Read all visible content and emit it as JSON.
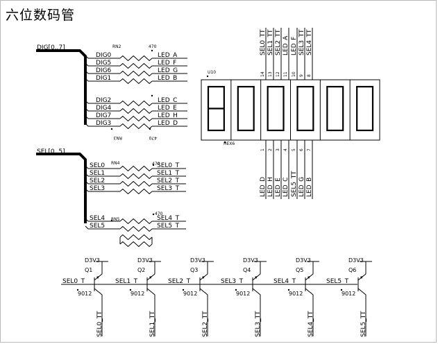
{
  "title": "六位数码管",
  "bus_dig": "DIG[0..7]",
  "bus_sel": "SEL[0..5]",
  "rn2": {
    "ref": "RN2",
    "value": "470"
  },
  "rn3": {
    "ref": "RN3",
    "value": "470"
  },
  "rn4": {
    "ref": "RN4",
    "value": "470"
  },
  "rn5": {
    "ref": "RN5",
    "value": "470"
  },
  "dig_left": [
    "DIG0",
    "DIG5",
    "DIG6",
    "DIG1",
    "DIG2",
    "DIG4",
    "DIG7",
    "DIG3"
  ],
  "led_right": [
    "LED_A",
    "LED_F",
    "LED_G",
    "LED_B",
    "LED_C",
    "LED_E",
    "LED_H",
    "LED_D"
  ],
  "sel_left": [
    "SEL0",
    "SEL1",
    "SEL2",
    "SEL3",
    "SEL4",
    "SEL5"
  ],
  "sel_right": [
    "SEL0_T",
    "SEL1_T",
    "SEL2_T",
    "SEL3_T",
    "SEL4_T",
    "SEL5_T"
  ],
  "display": {
    "ref": "U10",
    "part": "HEX6",
    "top_pins": [
      "14",
      "13",
      "12",
      "11",
      "10",
      "9",
      "8"
    ],
    "top_nets": [
      "SEL0_TT",
      "SEL1_TT",
      "SEL2_TT",
      "LED_A",
      "LED_F",
      "SEL3_TT",
      "SEL4_TT"
    ],
    "bottom_pins": [
      "1",
      "2",
      "3",
      "4",
      "5",
      "6",
      "7"
    ],
    "bottom_nets": [
      "LED_D",
      "LED_H",
      "LED_E",
      "LED_C",
      "SEL5_TT",
      "LED_G",
      "LED_B"
    ]
  },
  "transistors": [
    {
      "ref": "Q1",
      "part": "9012",
      "supply": "D3V3",
      "base": "SEL0_T",
      "collector": "SEL0_TT"
    },
    {
      "ref": "Q2",
      "part": "9012",
      "supply": "D3V3",
      "base": "SEL1_T",
      "collector": "SEL1_TT"
    },
    {
      "ref": "Q3",
      "part": "9012",
      "supply": "D3V3",
      "base": "SEL2_T",
      "collector": "SEL2_TT"
    },
    {
      "ref": "Q4",
      "part": "9012",
      "supply": "D3V3",
      "base": "SEL3_T",
      "collector": "SEL3_TT"
    },
    {
      "ref": "Q5",
      "part": "9012",
      "supply": "D3V3",
      "base": "SEL4_T",
      "collector": "SEL4_TT"
    },
    {
      "ref": "Q6",
      "part": "9012",
      "supply": "D3V3",
      "base": "SEL5_T",
      "collector": "SEL5_TT"
    }
  ]
}
